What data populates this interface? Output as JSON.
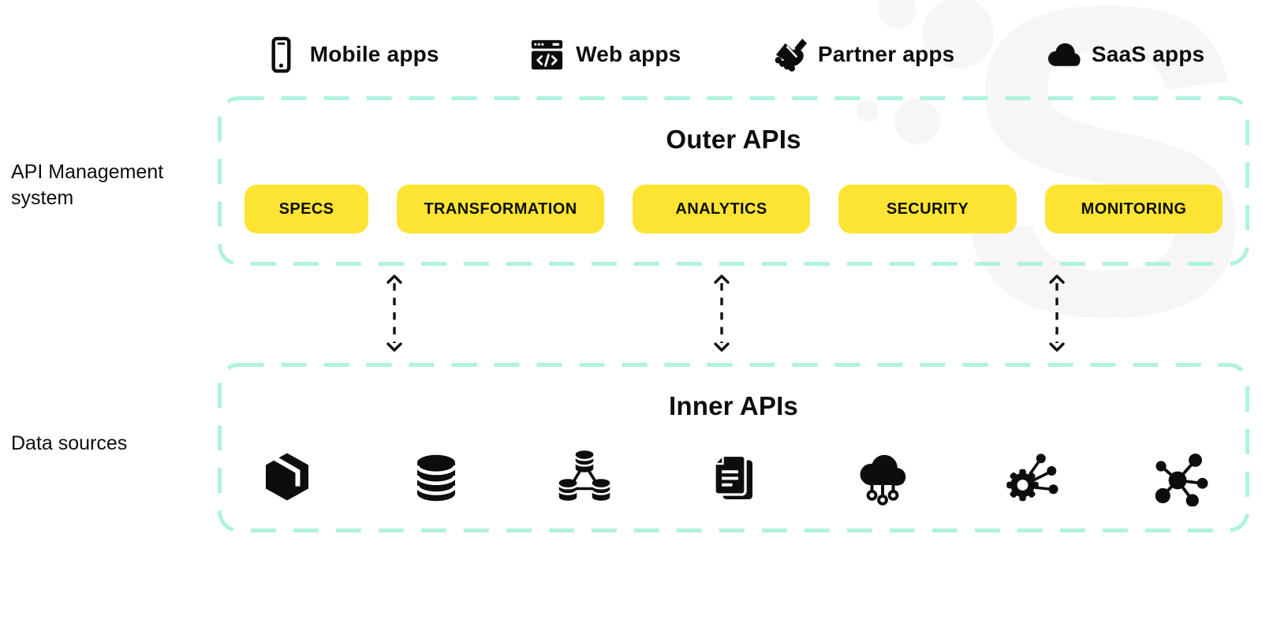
{
  "colors": {
    "accent_yellow": "#FDE433",
    "dashed_border_mint": "#AFF2E0",
    "ink_black": "#0D0D0D",
    "watermark_gray": "#F6F6F6"
  },
  "watermark": {
    "letter": "S"
  },
  "consumers": [
    {
      "label": "Mobile apps",
      "icon": "mobile-icon"
    },
    {
      "label": "Web apps",
      "icon": "web-icon"
    },
    {
      "label": "Partner apps",
      "icon": "handshake-icon"
    },
    {
      "label": "SaaS apps",
      "icon": "cloud-icon"
    }
  ],
  "labels": {
    "api_management_system": "API Management system",
    "data_sources": "Data sources"
  },
  "outer_box": {
    "title": "Outer APIs",
    "buttons": [
      "SPECS",
      "TRANSFORMATION",
      "ANALYTICS",
      "SECURITY",
      "MONITORING"
    ]
  },
  "inner_box": {
    "title": "Inner APIs",
    "icons": [
      "package-icon",
      "database-icon",
      "database-cluster-icon",
      "documents-icon",
      "cloud-connect-icon",
      "gear-network-icon",
      "network-hub-icon"
    ]
  }
}
